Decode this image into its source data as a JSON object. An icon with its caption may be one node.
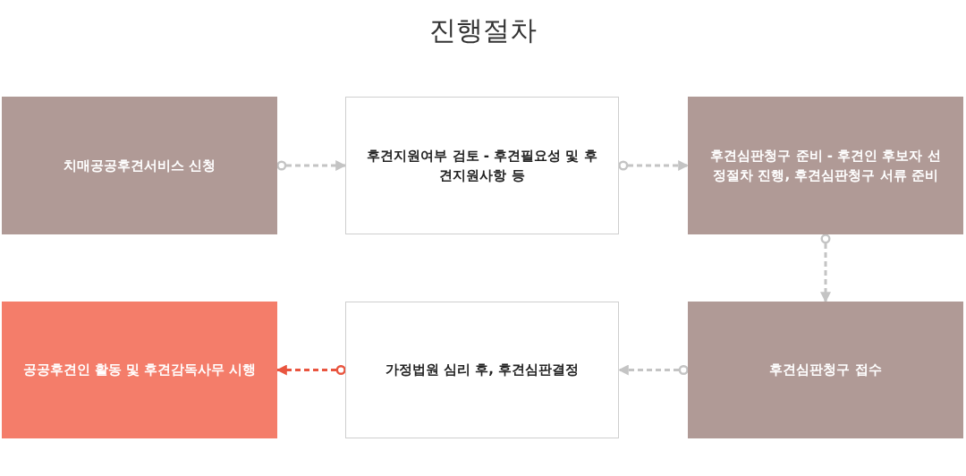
{
  "diagram": {
    "title": "진행절차",
    "nodes": [
      {
        "text": [
          "치매공공후견서비스 신청"
        ]
      },
      {
        "text": [
          "후견지원여부 검토 - 후견필요성 및 후견지원사항 등"
        ]
      },
      {
        "text": [
          "후견심판청구 준비 - 후견인 후보자 선정절차 진행, 후견심판청구 서류 준비"
        ]
      },
      {
        "text": [
          "후견심판청구 접수"
        ]
      },
      {
        "text": [
          "가정법원 심리 후, 후견심판결정"
        ]
      },
      {
        "text": [
          "공공후견인 활동 및 후견감독사무 시행"
        ]
      }
    ],
    "edges": [
      {
        "from": 0,
        "to": 1,
        "arrow": "to",
        "style": "dashed"
      },
      {
        "from": 1,
        "to": 2,
        "arrow": "to",
        "style": "dashed"
      },
      {
        "from": 2,
        "to": 3,
        "arrow": "to",
        "style": "dashed"
      },
      {
        "from": 3,
        "to": 4,
        "arrow": "to",
        "style": "dashed"
      },
      {
        "from": 4,
        "to": 5,
        "arrow": "to",
        "style": "dashed",
        "color": "#e9553f"
      }
    ]
  }
}
